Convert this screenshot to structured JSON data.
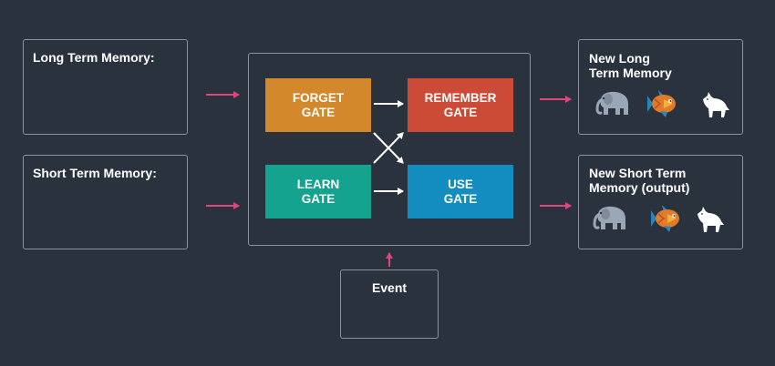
{
  "inputs": {
    "long_term": "Long Term Memory:",
    "short_term": "Short Term Memory:"
  },
  "gates": {
    "forget": "FORGET\nGATE",
    "remember": "REMEMBER\nGATE",
    "learn": "LEARN\nGATE",
    "use": "USE\nGATE"
  },
  "event": "Event",
  "outputs": {
    "new_long_term": "New Long\nTerm Memory",
    "new_short_term": "New Short Term\nMemory (output)"
  },
  "colors": {
    "background": "#2a323e",
    "forget_gate": "#d4882c",
    "remember_gate": "#cc4b37",
    "learn_gate": "#13a38e",
    "use_gate": "#138cbf",
    "arrow_pink": "#e0457b",
    "arrow_white": "#ffffff",
    "box_border": "#8a929c"
  },
  "icons": [
    "elephant-icon",
    "fish-icon",
    "wolf-icon"
  ]
}
